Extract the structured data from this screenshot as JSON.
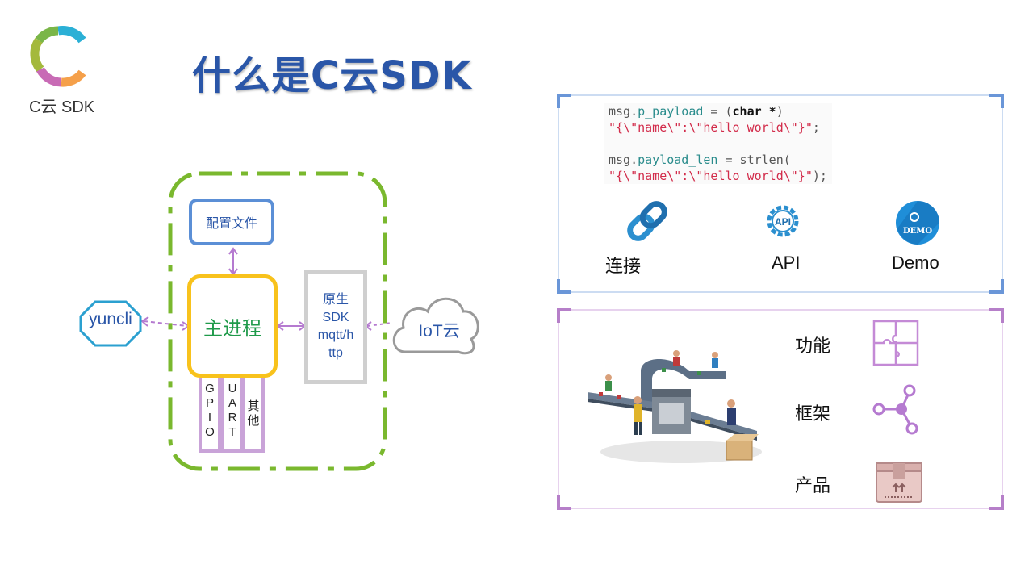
{
  "title": "什么是C云SDK",
  "logo": {
    "text": "C云 SDK",
    "colors": [
      "#2bb0d6",
      "#f5a04a",
      "#c86bb5",
      "#7ab648"
    ]
  },
  "diagram": {
    "config_file": "配置文件",
    "main_process": "主进程",
    "native_sdk": [
      "原生",
      "SDK",
      "mqtt/h",
      "ttp"
    ],
    "yuncli": "yuncli",
    "iot_cloud": "IoT云",
    "io_ports": [
      {
        "name": "gpio",
        "chars": [
          "G",
          "P",
          "I",
          "O"
        ]
      },
      {
        "name": "uart",
        "chars": [
          "U",
          "A",
          "R",
          "T"
        ]
      },
      {
        "name": "other",
        "chars": [
          "其",
          "他"
        ]
      }
    ]
  },
  "code": {
    "line1_var": "msg.",
    "line1_field": "p_payload",
    "line1_op": " = (",
    "line1_type": "char *",
    "line1_end": ")",
    "line2_str": "\"{\\\"name\\\":\\\"hello world\\\"}\"",
    "line2_end": ";",
    "line3_var": "msg.",
    "line3_field": "payload_len",
    "line3_op": " = strlen(",
    "line4_str": "\"{\\\"name\\\":\\\"hello world\\\"}\"",
    "line4_end": ");"
  },
  "features": [
    {
      "label": "连接",
      "icon": "chain-link-icon"
    },
    {
      "label": "API",
      "icon": "api-gear-icon"
    },
    {
      "label": "Demo",
      "icon": "demo-badge-icon"
    }
  ],
  "api_icon_text": "API",
  "demo_icon_text": "DEMO",
  "rows": [
    {
      "label": "功能",
      "icon": "puzzle-icon"
    },
    {
      "label": "框架",
      "icon": "network-node-icon"
    },
    {
      "label": "产品",
      "icon": "package-box-icon"
    }
  ],
  "colors": {
    "title": "#2a56a8",
    "frame_blue": "#6a96d8",
    "frame_purple": "#b67fc9",
    "green_dash": "#7ab82e",
    "main_yellow": "#f8c21c",
    "config_blue": "#5b8fd6",
    "arrow_purple": "#b57ad0"
  }
}
